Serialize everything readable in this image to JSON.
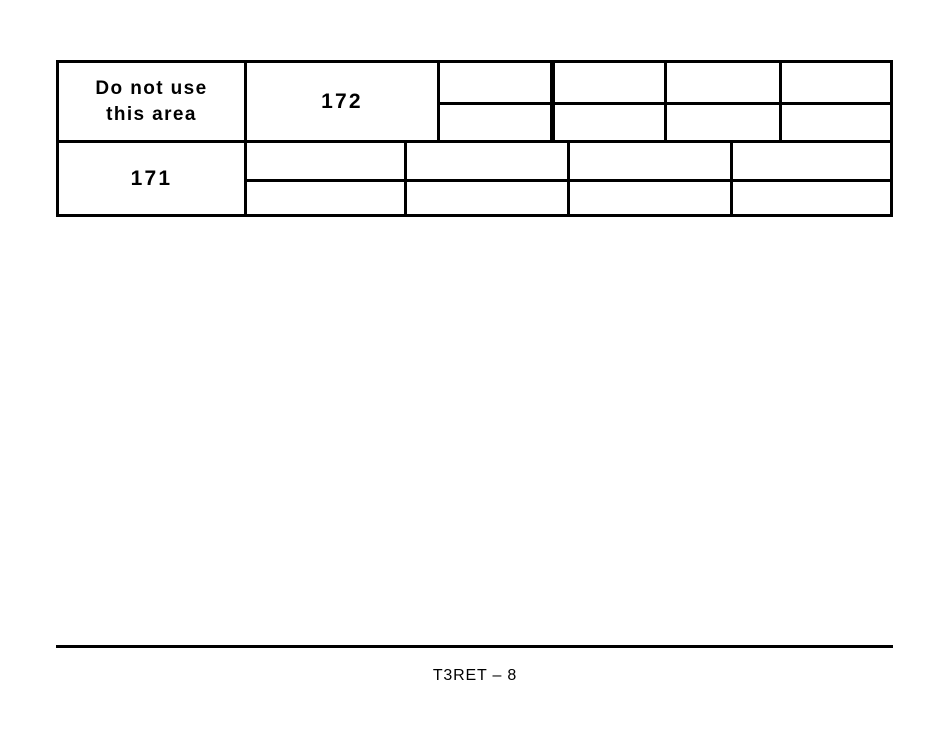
{
  "page": {
    "background_color": "#ffffff",
    "ink_color": "#000000"
  },
  "answer_grid": {
    "name": "examination-answer-grid",
    "top_row": {
      "do_not_use_label": "Do not use\nthis area",
      "do_not_use_line1": "Do not use",
      "do_not_use_line2": "this area",
      "question_number": "172",
      "blank_cells_upper": [
        "",
        "",
        "",
        ""
      ],
      "blank_cells_lower": [
        "",
        "",
        "",
        ""
      ]
    },
    "bottom_row": {
      "question_number": "171",
      "blank_cells_upper": [
        "",
        "",
        "",
        ""
      ],
      "blank_cells_lower": [
        "",
        "",
        "",
        ""
      ]
    }
  },
  "footer": {
    "page_code": "T3RET – 8"
  }
}
